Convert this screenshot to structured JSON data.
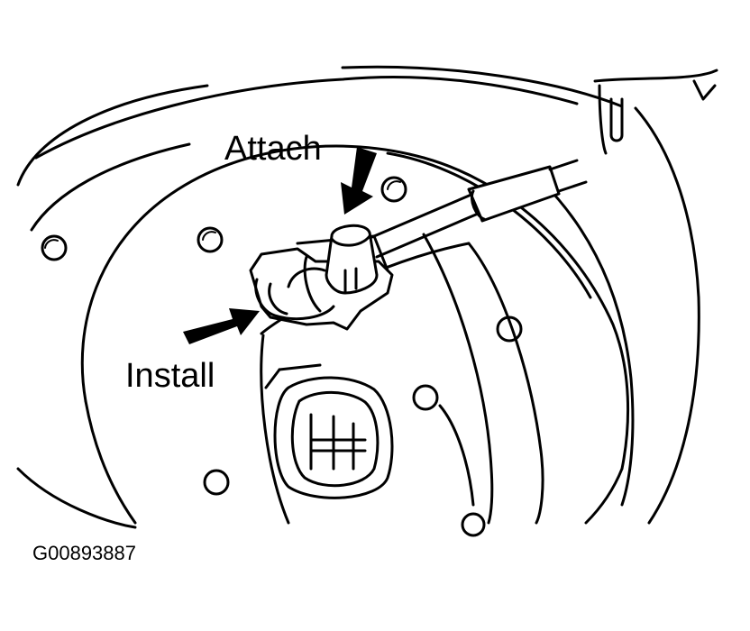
{
  "labels": {
    "attach": "Attach",
    "install": "Install"
  },
  "figure_id": "G00893887",
  "colors": {
    "line": "#000000",
    "background": "#ffffff"
  }
}
